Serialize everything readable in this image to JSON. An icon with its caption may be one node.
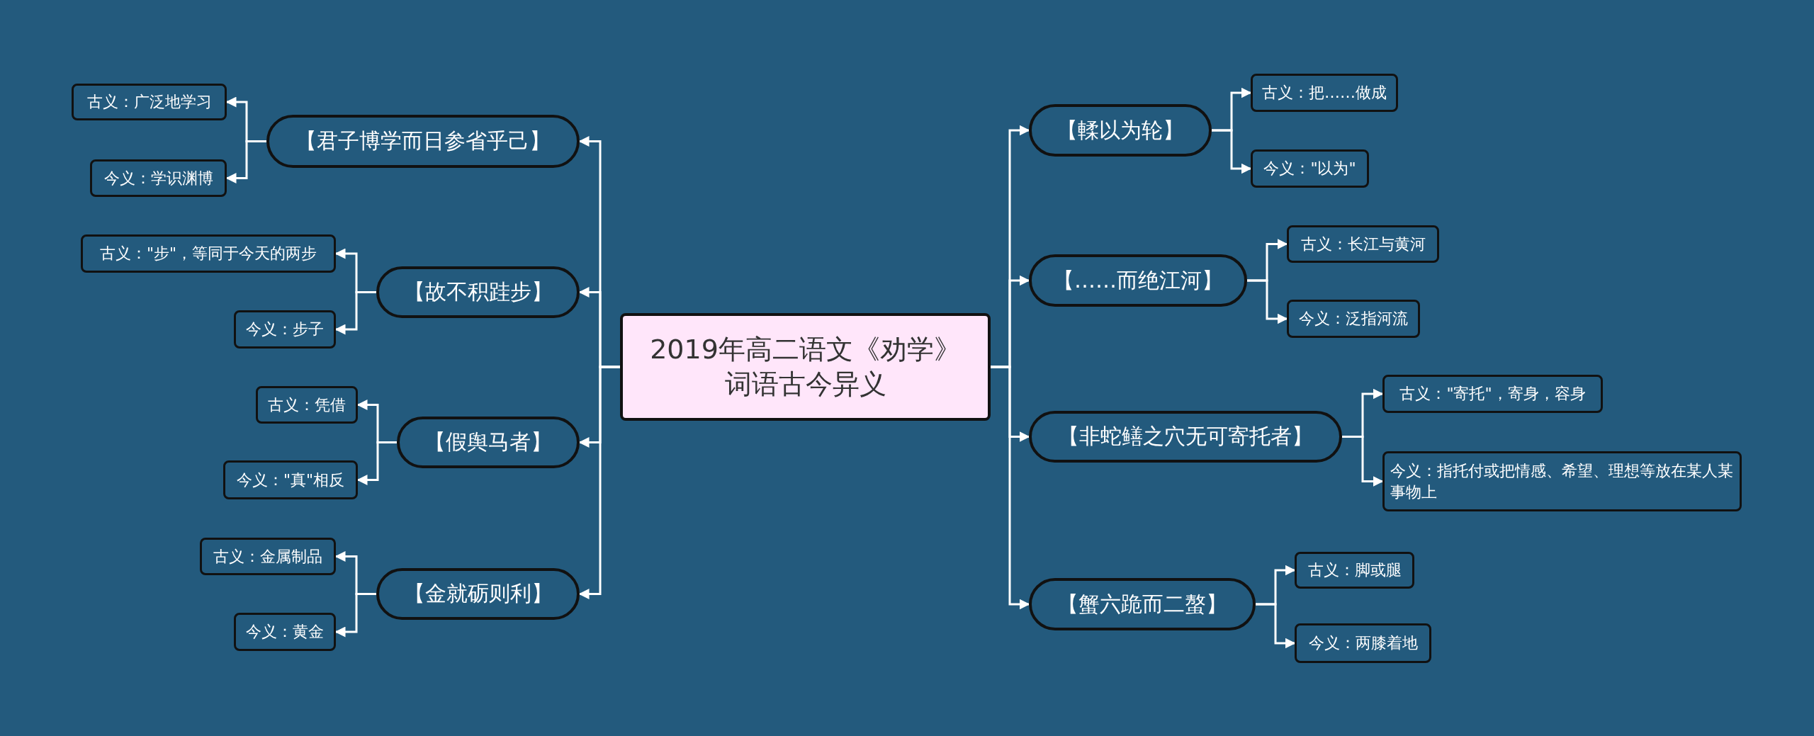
{
  "diagram": {
    "nodes": [
      {
        "text": [
          "2019年高二语文《劝学》词语古今异义"
        ]
      },
      {
        "text": [
          "【君子博学而日参省乎己】"
        ]
      },
      {
        "text": [
          "古义：广泛地学习"
        ]
      },
      {
        "text": [
          "今义：学识渊博"
        ]
      },
      {
        "text": [
          "【故不积跬步】"
        ]
      },
      {
        "text": [
          "古义：\"步\"，等同于今天的两步"
        ]
      },
      {
        "text": [
          "今义：步子"
        ]
      },
      {
        "text": [
          "【假舆马者】"
        ]
      },
      {
        "text": [
          "古义：凭借"
        ]
      },
      {
        "text": [
          "今义：\"真\"相反"
        ]
      },
      {
        "text": [
          "【金就砺则利】"
        ]
      },
      {
        "text": [
          "古义：金属制品"
        ]
      },
      {
        "text": [
          "今义：黄金"
        ]
      },
      {
        "text": [
          "【輮以为轮】"
        ]
      },
      {
        "text": [
          "古义：把……做成"
        ]
      },
      {
        "text": [
          "今义：\"以为\""
        ]
      },
      {
        "text": [
          "【……而绝江河】"
        ]
      },
      {
        "text": [
          "古义：长江与黄河"
        ]
      },
      {
        "text": [
          "今义：泛指河流"
        ]
      },
      {
        "text": [
          "【非蛇鳝之穴无可寄托者】"
        ]
      },
      {
        "text": [
          "古义：\"寄托\"，寄身，容身"
        ]
      },
      {
        "text": [
          "今义：指托付或把情感、希望、理想等放在某人某事物上"
        ]
      },
      {
        "text": [
          "【蟹六跪而二螯】"
        ]
      },
      {
        "text": [
          "古义：脚或腿"
        ]
      },
      {
        "text": [
          "今义：两膝着地"
        ]
      }
    ],
    "edges": [
      {
        "from": 0,
        "to": 1,
        "arrow": "to"
      },
      {
        "from": 1,
        "to": 2,
        "arrow": "to"
      },
      {
        "from": 1,
        "to": 3,
        "arrow": "to"
      },
      {
        "from": 0,
        "to": 4,
        "arrow": "to"
      },
      {
        "from": 4,
        "to": 5,
        "arrow": "to"
      },
      {
        "from": 4,
        "to": 6,
        "arrow": "to"
      },
      {
        "from": 0,
        "to": 7,
        "arrow": "to"
      },
      {
        "from": 7,
        "to": 8,
        "arrow": "to"
      },
      {
        "from": 7,
        "to": 9,
        "arrow": "to"
      },
      {
        "from": 0,
        "to": 10,
        "arrow": "to"
      },
      {
        "from": 10,
        "to": 11,
        "arrow": "to"
      },
      {
        "from": 10,
        "to": 12,
        "arrow": "to"
      },
      {
        "from": 0,
        "to": 13,
        "arrow": "to"
      },
      {
        "from": 13,
        "to": 14,
        "arrow": "to"
      },
      {
        "from": 13,
        "to": 15,
        "arrow": "to"
      },
      {
        "from": 0,
        "to": 16,
        "arrow": "to"
      },
      {
        "from": 16,
        "to": 17,
        "arrow": "to"
      },
      {
        "from": 16,
        "to": 18,
        "arrow": "to"
      },
      {
        "from": 0,
        "to": 19,
        "arrow": "to"
      },
      {
        "from": 19,
        "to": 20,
        "arrow": "to"
      },
      {
        "from": 19,
        "to": 21,
        "arrow": "to"
      },
      {
        "from": 0,
        "to": 22,
        "arrow": "to"
      },
      {
        "from": 22,
        "to": 23,
        "arrow": "to"
      },
      {
        "from": 22,
        "to": 24,
        "arrow": "to"
      }
    ]
  }
}
